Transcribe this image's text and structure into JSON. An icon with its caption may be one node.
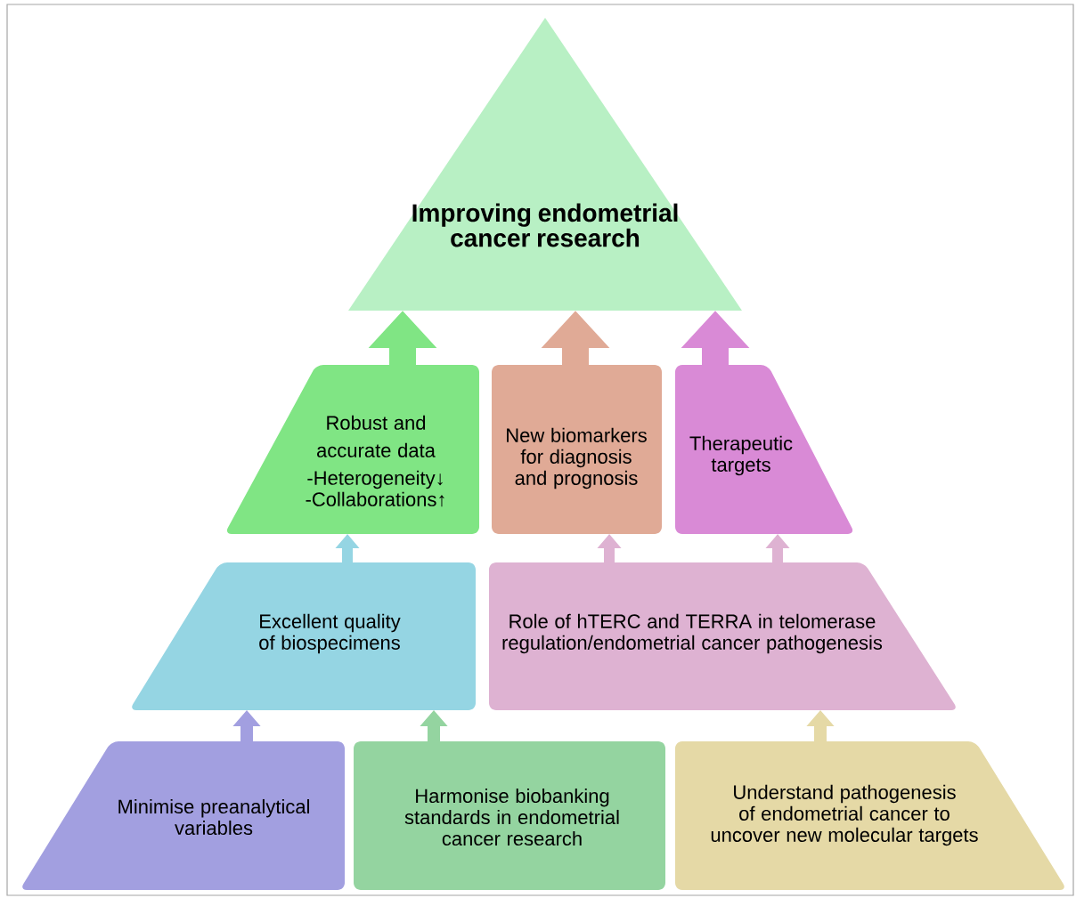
{
  "diagram": {
    "nodes": [
      {
        "text": [
          "Improving endometrial cancer research"
        ]
      },
      {
        "text": [
          "Robust and accurate data",
          "-Heterogeneity↓",
          "-Collaborations↑"
        ]
      },
      {
        "text": [
          "New biomarkers for diagnosis and prognosis"
        ]
      },
      {
        "text": [
          "Therapeutic targets"
        ]
      },
      {
        "text": [
          "Excellent quality of biospecimens"
        ]
      },
      {
        "text": [
          "Role of hTERC and TERRA in telomerase regulation/endometrial cancer pathogenesis"
        ]
      },
      {
        "text": [
          "Minimise preanalytical variables"
        ]
      },
      {
        "text": [
          "Harmonise biobanking standards in endometrial cancer research"
        ]
      },
      {
        "text": [
          "Understand pathogenesis of endometrial cancer to uncover new molecular targets"
        ]
      }
    ],
    "edges": [
      {
        "from": 1,
        "to": 0,
        "arrow": "to",
        "style": "thick",
        "color": "#80e584"
      },
      {
        "from": 2,
        "to": 0,
        "arrow": "to",
        "style": "thick",
        "color": "#e0aa96"
      },
      {
        "from": 3,
        "to": 0,
        "arrow": "to",
        "style": "thick",
        "color": "#d98ad6"
      },
      {
        "from": 4,
        "to": 1,
        "arrow": "to",
        "color": "#95d5e3"
      },
      {
        "from": 5,
        "to": 2,
        "arrow": "to",
        "color": "#deb2d2"
      },
      {
        "from": 5,
        "to": 3,
        "arrow": "to",
        "color": "#deb2d2"
      },
      {
        "from": 6,
        "to": 4,
        "arrow": "to",
        "color": "#a29fe0"
      },
      {
        "from": 7,
        "to": 4,
        "arrow": "to",
        "color": "#94d4a0"
      },
      {
        "from": 8,
        "to": 5,
        "arrow": "to",
        "color": "#e5d9a6"
      }
    ]
  }
}
